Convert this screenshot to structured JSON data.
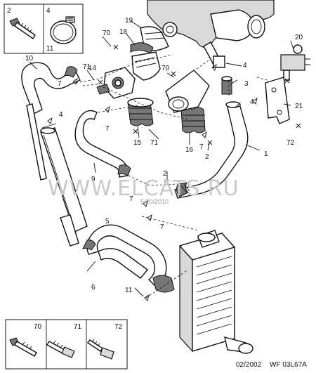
{
  "watermark": "WWW.ELCATS.RU",
  "watermark_date": "5/20/2010",
  "footer": {
    "date": "02/2002",
    "ref": "WF 03L67A"
  },
  "legend_top": {
    "part_a": "2",
    "part_b": "4",
    "part_c": "11"
  },
  "legend_bottom": {
    "part_a": "70",
    "part_b": "71",
    "part_c": "72"
  },
  "callouts": {
    "c1": "1",
    "c2a": "2",
    "c2b": "2",
    "c3": "3",
    "c4a": "4",
    "c4b": "4",
    "c4c": "4",
    "c5": "5",
    "c6": "6",
    "c7a": "7",
    "c7b": "7",
    "c7c": "7",
    "c7d": "7",
    "c7e": "7",
    "c9": "9",
    "c10": "10",
    "c11": "11",
    "c14": "14",
    "c15": "15",
    "c16": "16",
    "c18": "18",
    "c19": "19",
    "c20": "20",
    "c21": "21",
    "c70a": "70",
    "c70b": "70",
    "c71a": "71",
    "c71b": "71",
    "c72": "72"
  }
}
